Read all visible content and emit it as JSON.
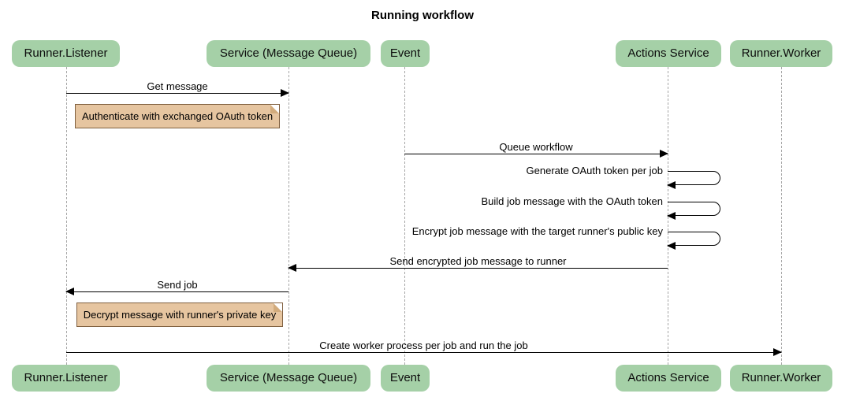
{
  "title": "Running workflow",
  "diagram_type": "sequence-diagram",
  "colors": {
    "participant_fill": "#A5D0A7",
    "note_fill": "#E6C5A0",
    "note_border": "#806040",
    "lifeline": "#A6A6A6",
    "arrow": "#000000",
    "background": "#FFFFFF",
    "text": "#000000"
  },
  "participants": [
    {
      "label": "Runner.Listener"
    },
    {
      "label": "Service (Message Queue)"
    },
    {
      "label": "Event"
    },
    {
      "label": "Actions Service"
    },
    {
      "label": "Runner.Worker"
    }
  ],
  "messages": [
    {
      "type": "message",
      "label": "Get message",
      "from": "Runner.Listener",
      "to": "Service (Message Queue)",
      "direction": "right"
    },
    {
      "type": "note",
      "label": "Authenticate with exchanged OAuth token",
      "anchor": "Runner.Listener"
    },
    {
      "type": "message",
      "label": "Queue workflow",
      "from": "Event",
      "to": "Actions Service",
      "direction": "right"
    },
    {
      "type": "self-message",
      "label": "Generate OAuth token per job",
      "on": "Actions Service"
    },
    {
      "type": "self-message",
      "label": "Build job message with the OAuth token",
      "on": "Actions Service"
    },
    {
      "type": "self-message",
      "label": "Encrypt job message with the target runner's public key",
      "on": "Actions Service"
    },
    {
      "type": "message",
      "label": "Send encrypted job message to runner",
      "from": "Actions Service",
      "to": "Service (Message Queue)",
      "direction": "left"
    },
    {
      "type": "message",
      "label": "Send job",
      "from": "Service (Message Queue)",
      "to": "Runner.Listener",
      "direction": "left"
    },
    {
      "type": "note",
      "label": "Decrypt message with runner's private key",
      "anchor": "Runner.Listener"
    },
    {
      "type": "message",
      "label": "Create worker process per job and run the job",
      "from": "Runner.Listener",
      "to": "Runner.Worker",
      "direction": "right"
    }
  ]
}
